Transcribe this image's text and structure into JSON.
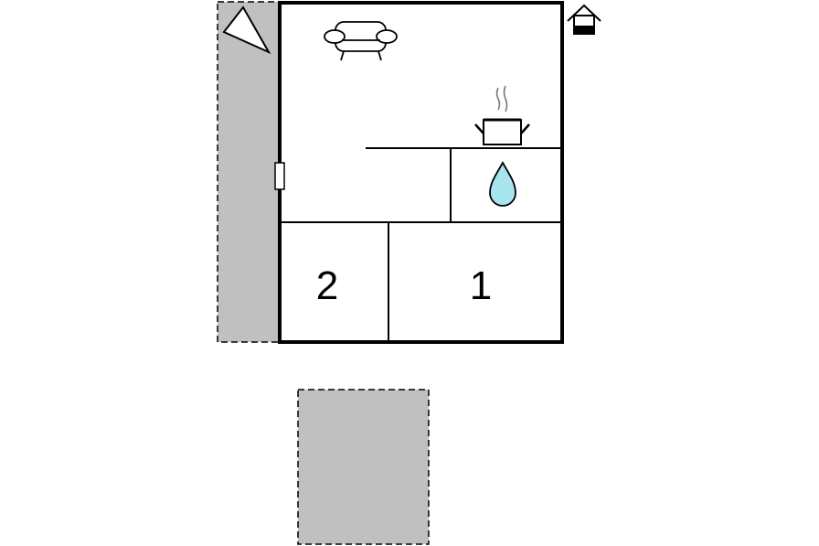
{
  "floorplan": {
    "rooms": [
      {
        "id": "bedroom-2",
        "label": "2"
      },
      {
        "id": "bedroom-1",
        "label": "1"
      }
    ],
    "icons": {
      "living_room": "sofa-icon",
      "kitchen": "cooking-pot-icon",
      "bathroom": "water-drop-icon",
      "terrace": "terrace-triangle-icon",
      "floor_indicator": "house-floor-icon"
    },
    "areas": {
      "terrace_side": "outdoor-terrace",
      "terrace_bottom": "outdoor-patio"
    },
    "colors": {
      "wall": "#000000",
      "outdoor_fill": "#c0c0c0",
      "water": "#a8e4ee",
      "background": "#ffffff"
    }
  }
}
